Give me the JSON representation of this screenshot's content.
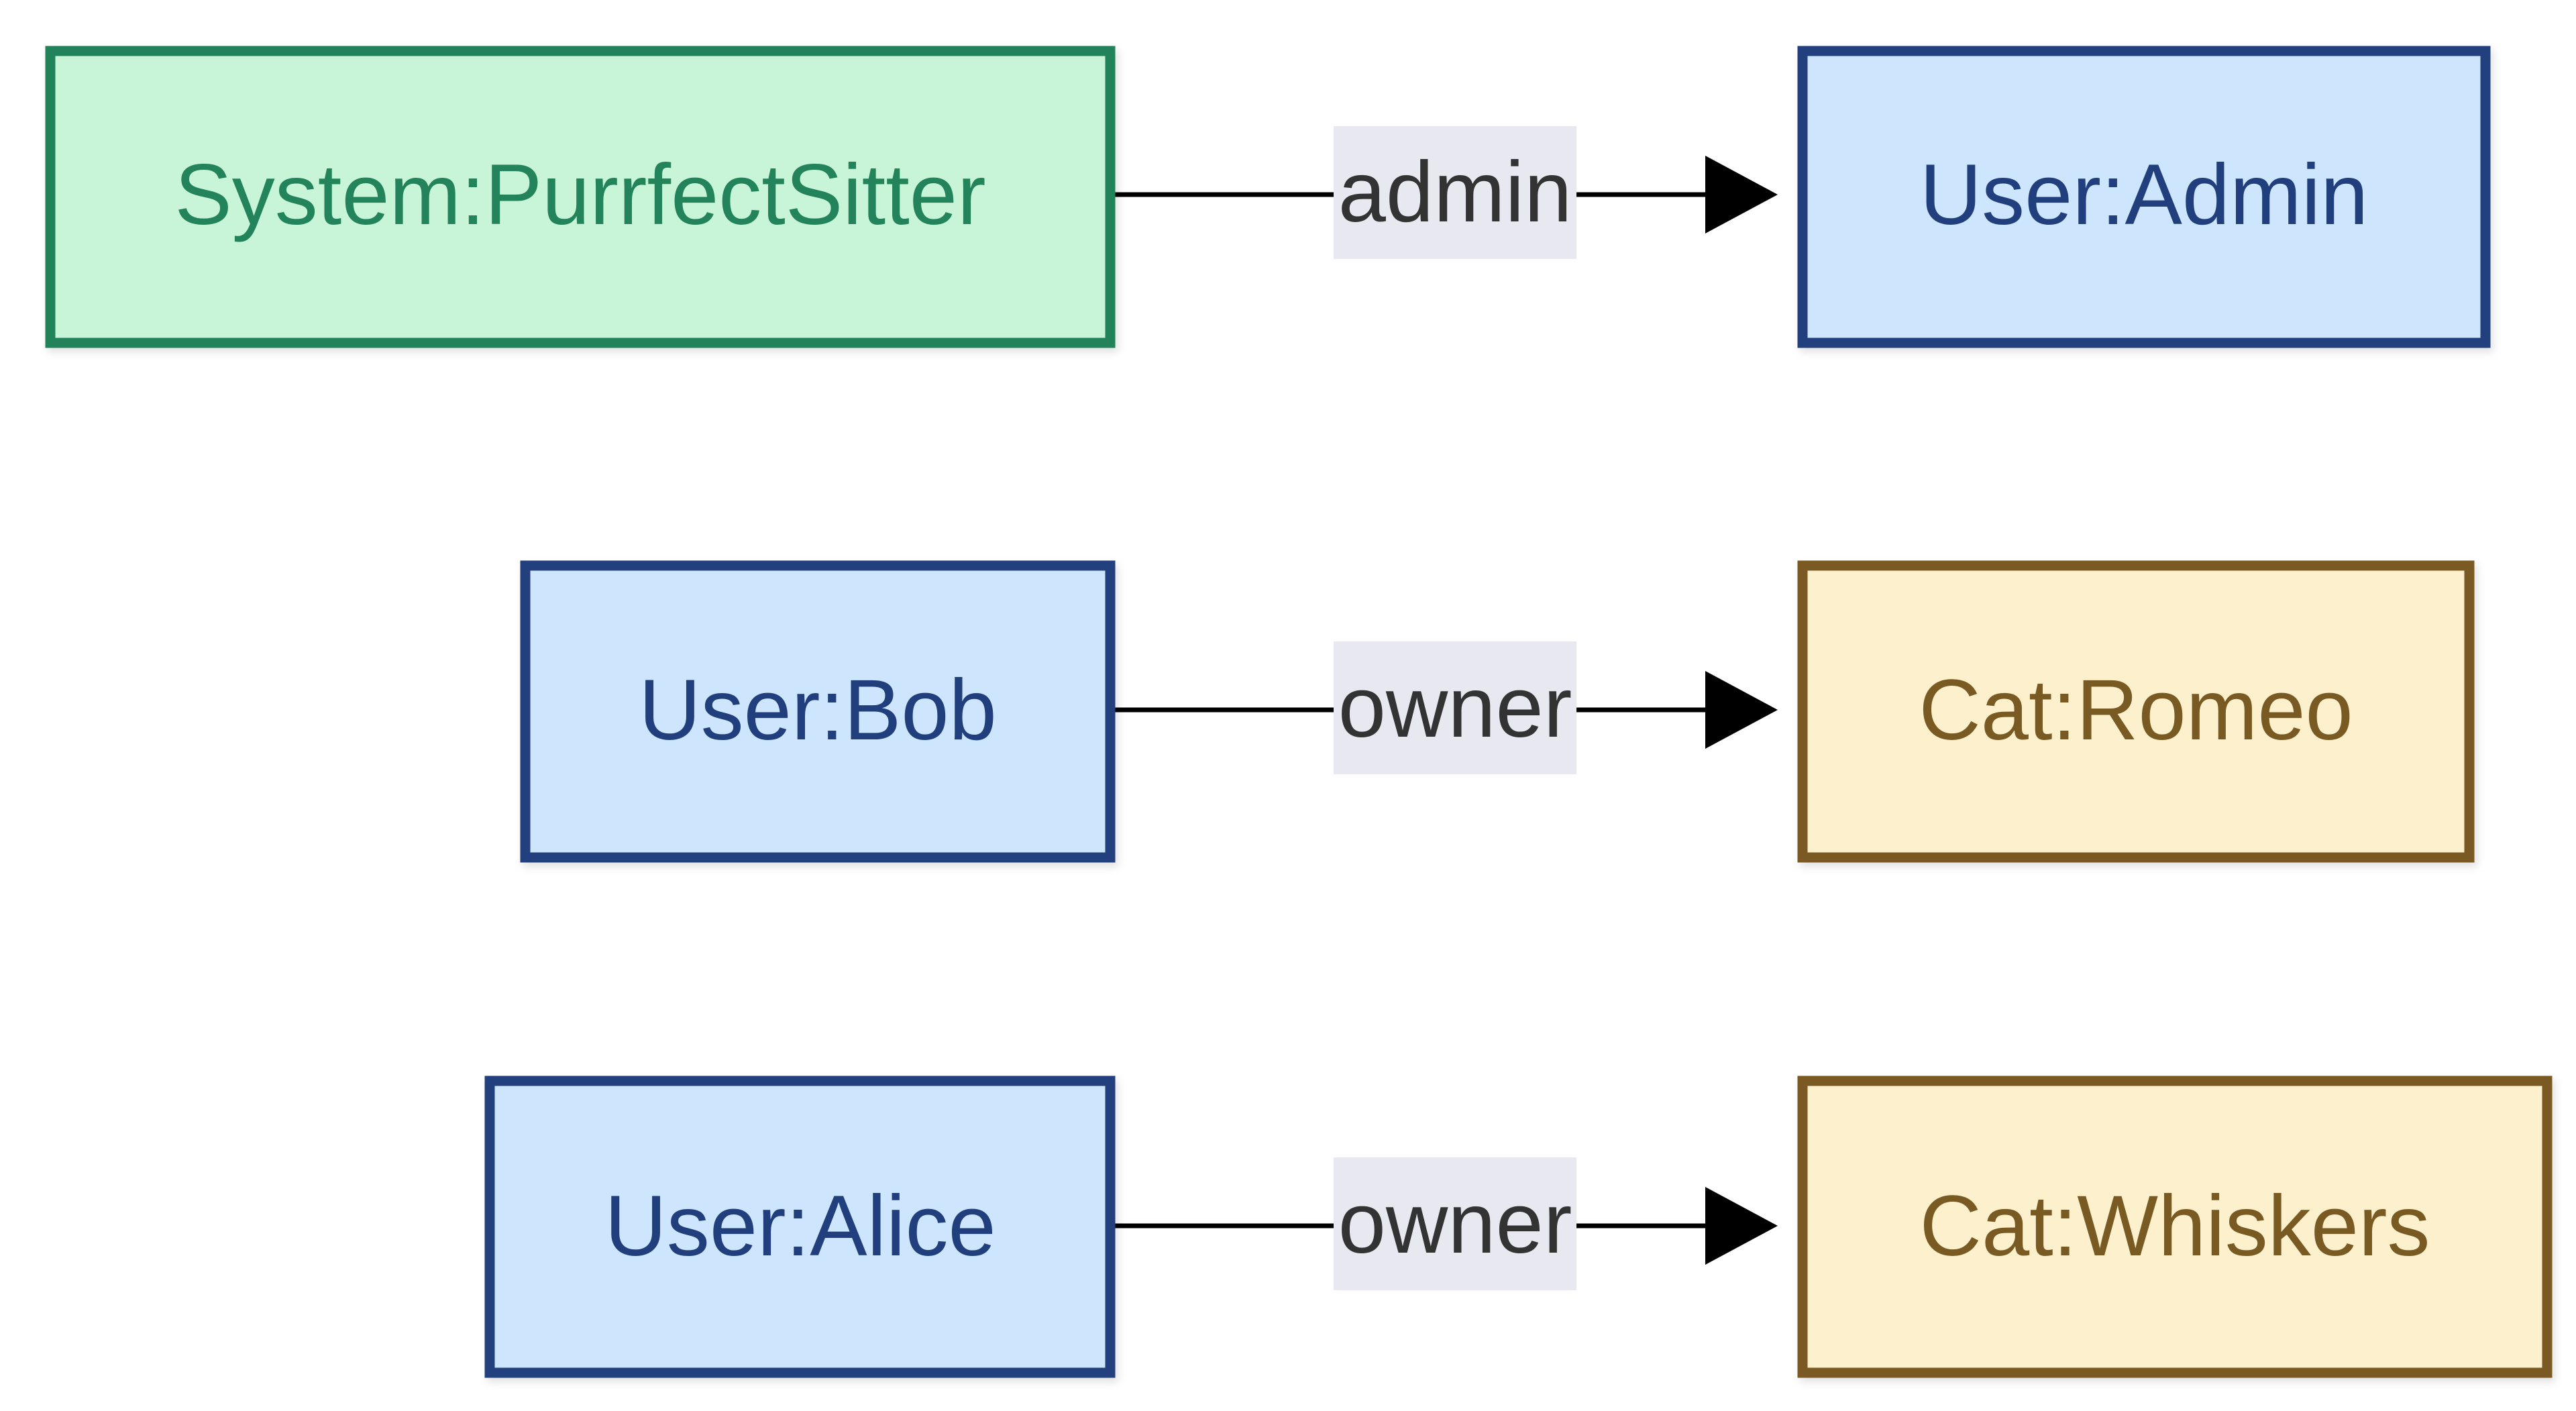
{
  "styles": {
    "system": {
      "fill": "#c8f5d8",
      "stroke": "#23835a",
      "text": "#23835a"
    },
    "user": {
      "fill": "#cde5fd",
      "stroke": "#213f7d",
      "text": "#213f7d"
    },
    "cat": {
      "fill": "#fdf0cd",
      "stroke": "#7a5a23",
      "text": "#7a5a23"
    },
    "edge_line": "#000000",
    "edge_label_bg": "#e8e8f0"
  },
  "nodes": [
    {
      "id": "system_purrfectsitter",
      "label": "System:PurrfectSitter",
      "kind": "system"
    },
    {
      "id": "user_admin",
      "label": "User:Admin",
      "kind": "user"
    },
    {
      "id": "user_bob",
      "label": "User:Bob",
      "kind": "user"
    },
    {
      "id": "cat_romeo",
      "label": "Cat:Romeo",
      "kind": "cat"
    },
    {
      "id": "user_alice",
      "label": "User:Alice",
      "kind": "user"
    },
    {
      "id": "cat_whiskers",
      "label": "Cat:Whiskers",
      "kind": "cat"
    }
  ],
  "edges": [
    {
      "from": "system_purrfectsitter",
      "to": "user_admin",
      "label": "admin"
    },
    {
      "from": "user_bob",
      "to": "cat_romeo",
      "label": "owner"
    },
    {
      "from": "user_alice",
      "to": "cat_whiskers",
      "label": "owner"
    }
  ]
}
